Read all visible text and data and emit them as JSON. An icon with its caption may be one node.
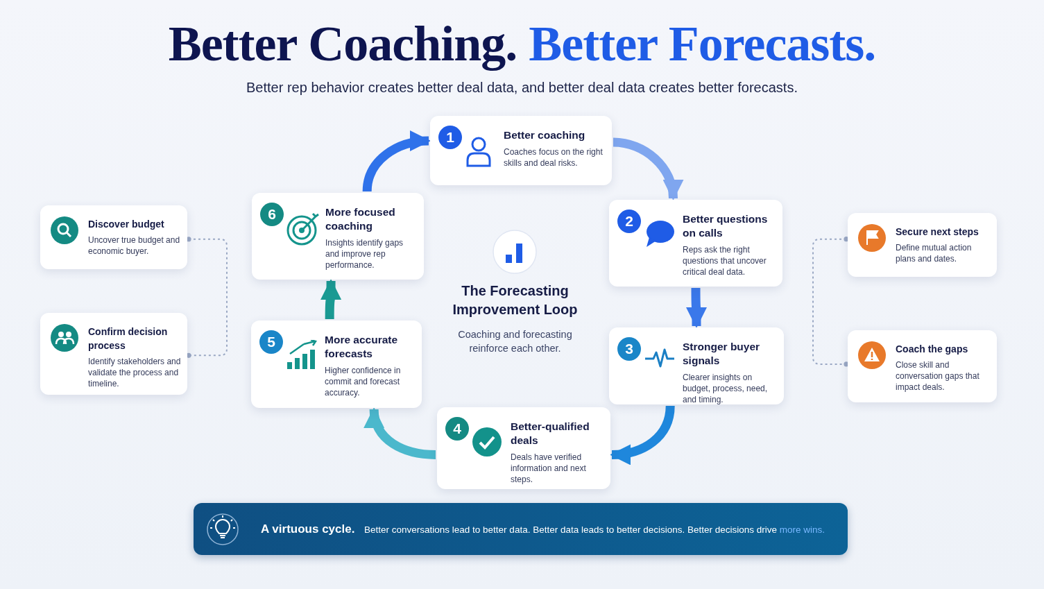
{
  "diagram": {
    "title": "Better Coaching. *Better Forecasts.*",
    "nodes": [
      {
        "text": [
          "1",
          "Better coaching",
          "Coaches focus on the right skills and deal risks."
        ]
      },
      {
        "text": [
          "2",
          "Better questions on calls",
          "Reps ask the right questions that uncover critical deal data."
        ]
      },
      {
        "text": [
          "3",
          "Stronger buyer signals",
          "Clearer insights on budget, process, need, and timing."
        ]
      },
      {
        "text": [
          "4",
          "Better-qualified deals",
          "Deals have verified information and next steps."
        ]
      },
      {
        "text": [
          "5",
          "More accurate forecasts",
          "Higher confidence in commit and forecast accuracy."
        ]
      },
      {
        "text": [
          "6",
          "More focused coaching",
          "Insights identify gaps and improve rep performance."
        ]
      },
      {
        "text": [
          "Discover budget",
          "Uncover true budget and economic buyer."
        ]
      },
      {
        "text": [
          "Confirm decision process",
          "Identify stakeholders and validate the process and timeline."
        ]
      },
      {
        "text": [
          "Secure next steps",
          "Define mutual action plans and dates."
        ]
      },
      {
        "text": [
          "Coach the gaps",
          "Close skill and conversation gaps that impact deals."
        ]
      },
      {
        "text": [
          "A virtuous cycle.",
          "Better conversations lead to better data. Better data leads to better decisions. Better decisions drive **more wins.**"
        ]
      }
    ],
    "edges": [
      {
        "from": 0,
        "to": 1,
        "arrow": "to",
        "color": "#7fa6ef"
      },
      {
        "from": 1,
        "to": 2,
        "arrow": "to",
        "color": "#3a78ea"
      },
      {
        "from": 2,
        "to": 3,
        "arrow": "to",
        "color": "#1f87dc"
      },
      {
        "from": 3,
        "to": 4,
        "arrow": "to",
        "color": "#4bb8cc"
      },
      {
        "from": 4,
        "to": 5,
        "arrow": "to",
        "color": "#1a9a93"
      },
      {
        "from": 5,
        "to": 0,
        "arrow": "to",
        "color": "#2f72ea"
      },
      {
        "from": 6,
        "to": 7,
        "arrow": "other",
        "style": "dashed",
        "color": "#9aa8c4"
      },
      {
        "from": 8,
        "to": 9,
        "arrow": "other",
        "style": "dashed",
        "color": "#9aa8c4"
      }
    ],
    "labels": [
      "Better rep behavior creates better deal data, and better deal data creates better forecasts.",
      "The Forecasting Improvement Loop",
      "Coaching and forecasting reinforce each other."
    ]
  }
}
